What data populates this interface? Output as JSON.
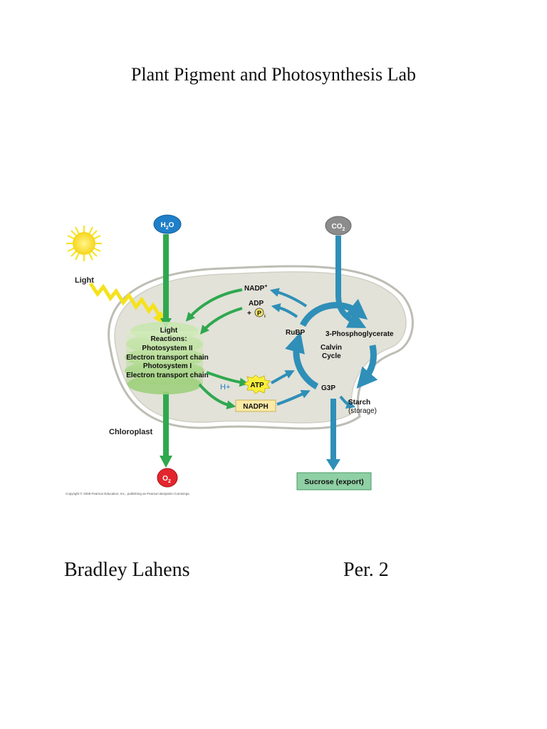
{
  "document": {
    "title": "Plant Pigment and Photosynthesis Lab",
    "author": "Bradley Lahens",
    "period": "Per. 2"
  },
  "diagram": {
    "water": {
      "main": "H",
      "sub": "2",
      "tail": "O"
    },
    "co2": {
      "main": "CO",
      "sub": "2"
    },
    "o2": {
      "main": "O",
      "sub": "2"
    },
    "light": "Light",
    "chloroplast": "Chloroplast",
    "light_reactions": [
      "Light",
      "Reactions:",
      "Photosystem II",
      "Electron transport chain",
      "Photosystem I",
      "Electron transport chain"
    ],
    "nadp": {
      "main": "NADP",
      "sup": "+"
    },
    "adp": "ADP",
    "pi": {
      "plus": "+",
      "p": "P",
      "sub": "i"
    },
    "h_plus": "H+",
    "atp": "ATP",
    "nadph": "NADPH",
    "rubp": "RuBP",
    "pga": "3-Phosphoglycerate",
    "calvin": [
      "Calvin",
      "Cycle"
    ],
    "g3p": "G3P",
    "starch": [
      "Starch",
      "(storage)"
    ],
    "sucrose": "Sucrose (export)",
    "copyright": "Copyright © 2008 Pearson Education, Inc., publishing as Pearson Benjamin Cummings.",
    "colors": {
      "green_arrow": "#2fa84f",
      "blue_arrow": "#2f8fb8",
      "water_bubble": "#1f7fc8",
      "co2_bubble": "#8c8c8c",
      "o2_bubble": "#e3262e",
      "sun": "#f7e31a",
      "chloroplast_fill": "#e2e2d8",
      "thylakoid": "#b9dc95",
      "atp_star": "#f9ef3b",
      "nadph_box": "#fbe9a6",
      "sucrose_box": "#8fd0a4"
    }
  }
}
